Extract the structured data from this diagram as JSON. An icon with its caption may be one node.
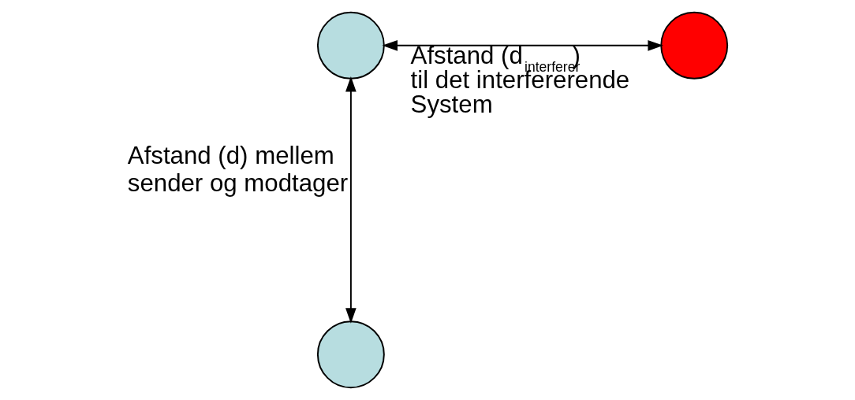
{
  "diagram": {
    "nodes": [
      {
        "text": [],
        "shape": "circle"
      },
      {
        "text": [],
        "shape": "circle"
      },
      {
        "text": [],
        "shape": "circle"
      }
    ],
    "edges": [
      {
        "from": 0,
        "to": 1,
        "arrow": "both",
        "label": "Afstand (d$_{interferer}$) til det interfererende System"
      },
      {
        "from": 0,
        "to": 2,
        "arrow": "both",
        "label": "Afstand (d) mellem sender og modtager"
      }
    ]
  }
}
